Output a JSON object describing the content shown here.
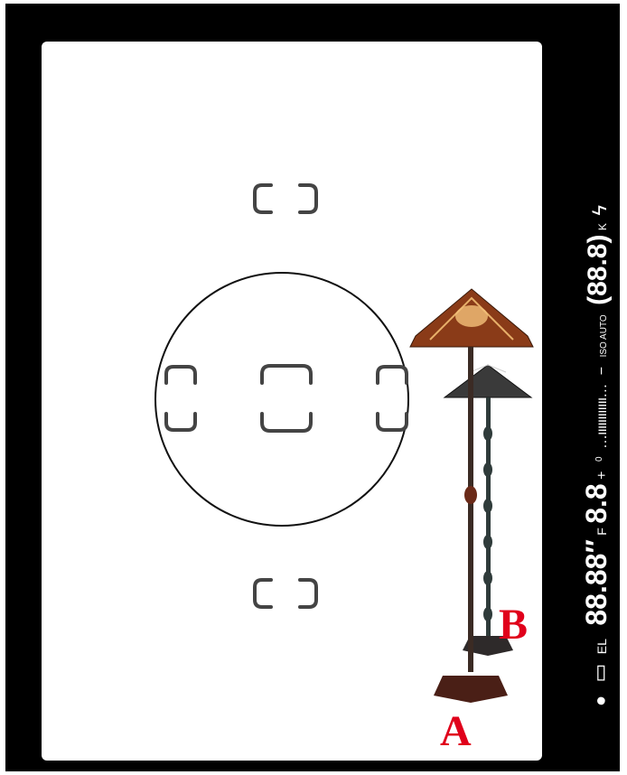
{
  "viewfinder": {
    "labels": {
      "a": "A",
      "b": "B"
    },
    "colors": {
      "frame": "#000000",
      "screen": "#ffffff",
      "af_point_stroke": "#444444",
      "label": "#e0001b",
      "lamp_a_shade": "#8a3b18",
      "lamp_b_shade": "#3a3a3a",
      "lamp_pole": "#3b2b24"
    },
    "af_points": [
      "top",
      "left",
      "center",
      "right",
      "bottom"
    ]
  },
  "info_bar": {
    "segments": [
      {
        "id": "dot",
        "text": "●"
      },
      {
        "id": "battery",
        "text": "▭"
      },
      {
        "id": "el",
        "text": "EL"
      },
      {
        "id": "shutter",
        "text": "88.88″"
      },
      {
        "id": "f",
        "text": "F"
      },
      {
        "id": "aperture",
        "text": "8.8"
      },
      {
        "id": "plus",
        "text": "+"
      },
      {
        "id": "scale_zero",
        "text": "0"
      },
      {
        "id": "scale",
        "text": "…ıııııııııııı…"
      },
      {
        "id": "minus",
        "text": "−"
      },
      {
        "id": "iso_auto",
        "text": "ISO AUTO"
      },
      {
        "id": "count",
        "text": "(88.8)"
      },
      {
        "id": "k",
        "text": "K"
      },
      {
        "id": "flash",
        "text": "ϟ"
      }
    ]
  }
}
